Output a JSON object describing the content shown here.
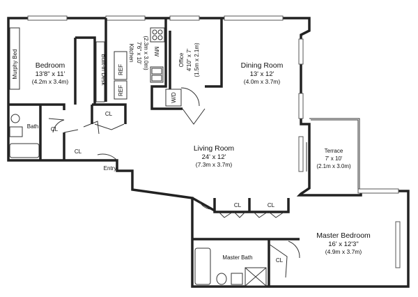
{
  "rooms": {
    "bedroom": {
      "name": "Bedroom",
      "dims": "13'8\" x 11'",
      "metric": "(4.2m x 3.4m)"
    },
    "kitchen": {
      "name": "Kitchen",
      "dims": "7'6\" x 10'",
      "metric": "(2.3m x 3.0m)"
    },
    "office": {
      "name": "Office",
      "dims": "4'10\" x 7'",
      "metric": "(1.5m x 2.1m)"
    },
    "dining": {
      "name": "Dining Room",
      "dims": "13' x 12'",
      "metric": "(4.0m x 3.7m)"
    },
    "living": {
      "name": "Living Room",
      "dims": "24' x 12'",
      "metric": "(7.3m x 3.7m)"
    },
    "terrace": {
      "name": "Terrace",
      "dims": "7' x 10'",
      "metric": "(2.1m x 3.0m)"
    },
    "master": {
      "name": "Master Bedroom",
      "dims": "16' x 12'3\"",
      "metric": "(4.9m x 3.7m)"
    }
  },
  "labels": {
    "murphy_bed": "Murphy Bed",
    "built_in_desk": "Built-in Desk",
    "ref1": "REF",
    "ref2": "REF",
    "mw": "MW",
    "wd": "W/D",
    "bath": "Bath",
    "entry": "Entry",
    "master_bath": "Master Bath",
    "closet": "CL"
  }
}
